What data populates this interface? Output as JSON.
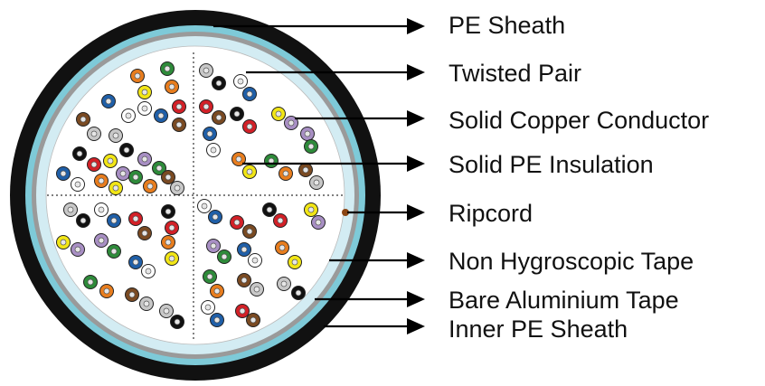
{
  "diagram": {
    "labels": [
      {
        "id": "pe-sheath",
        "text": "PE Sheath"
      },
      {
        "id": "twisted-pair",
        "text": "Twisted Pair"
      },
      {
        "id": "solid-copper-conductor",
        "text": "Solid Copper Conductor"
      },
      {
        "id": "solid-pe-insulation",
        "text": "Solid PE Insulation"
      },
      {
        "id": "ripcord",
        "text": "Ripcord"
      },
      {
        "id": "non-hygroscopic-tape",
        "text": "Non Hygroscopic Tape"
      },
      {
        "id": "bare-aluminium-tape",
        "text": "Bare Aluminium Tape"
      },
      {
        "id": "inner-pe-sheath",
        "text": "Inner PE Sheath"
      }
    ],
    "colors": {
      "outer_sheath": "#111111",
      "aluminium_tape": "#7ecad8",
      "non_hygroscopic_tape": "#9a9a9a",
      "inner_sheath": "#d3ecf3",
      "core_fill": "#ffffff",
      "ripcord": "#8b4513",
      "wire_palette": [
        "#1f5fa8",
        "#e87d1e",
        "#2e8b3a",
        "#7a4a22",
        "#c8c8c8",
        "#ffffff",
        "#d32027",
        "#111111",
        "#f2e616",
        "#a88fc4"
      ]
    }
  }
}
